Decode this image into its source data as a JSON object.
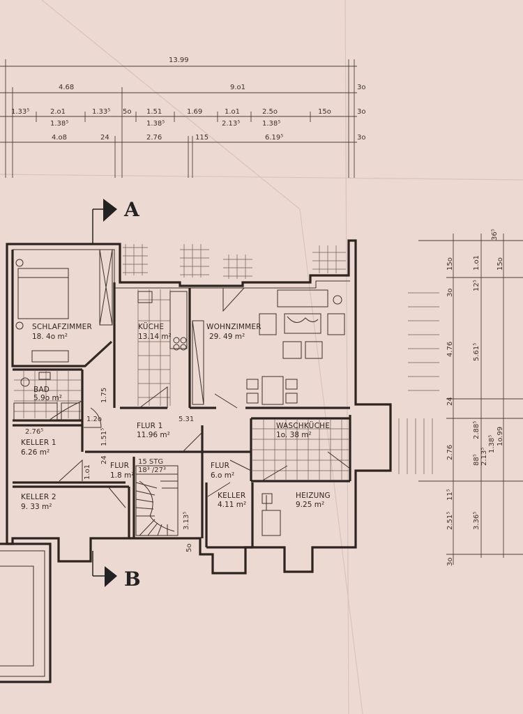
{
  "section_markers": {
    "top": "A",
    "bottom": "B"
  },
  "top_dimensions": {
    "total": "13.99",
    "row2": [
      "4.68",
      "9.o1",
      "3o"
    ],
    "row3": [
      "1.33⁵",
      "2.o1",
      "1.38⁵",
      "1.33⁵",
      "5o",
      "1.51",
      "1.38⁵",
      "1.69",
      "1.o1",
      "2.13⁵",
      "2.5o",
      "1.38⁵",
      "15o",
      "3o"
    ],
    "row4": [
      "4.o8",
      "24",
      "2.76",
      "115",
      "6.19⁵",
      "3o"
    ]
  },
  "right_dimensions": {
    "col1": [
      "15o",
      "3o",
      "4.76",
      "24",
      "2.76",
      "11⁵",
      "2.51⁵",
      "3o"
    ],
    "col2": [
      "1.o1",
      "12⁵",
      "5.61⁵",
      "2.88⁵",
      "88⁵",
      "2.13⁵",
      "3.36⁵"
    ],
    "col3": [
      "36⁵",
      "15o",
      "1.38⁵",
      "1o.99"
    ]
  },
  "rooms": [
    {
      "id": "schlafzimmer",
      "name": "SCHLAFZIMMER",
      "area": "18. 4o m²"
    },
    {
      "id": "kueche",
      "name": "KÜCHE",
      "area": "13.14 m²"
    },
    {
      "id": "wohnzimmer",
      "name": "WOHNZIMMER",
      "area": "29. 49 m²"
    },
    {
      "id": "bad",
      "name": "BAD",
      "area": "5.9o m²"
    },
    {
      "id": "flur1",
      "name": "FLUR 1",
      "area": "11.96 m²"
    },
    {
      "id": "waschkueche",
      "name": "WASCHKÜCHE",
      "area": "1o. 38 m²"
    },
    {
      "id": "keller1",
      "name": "KELLER 1",
      "area": "6.26 m²"
    },
    {
      "id": "flur-small",
      "name": "FLUR",
      "area": "1.8 m²"
    },
    {
      "id": "flur-right",
      "name": "FLUR",
      "area": "6.o m²"
    },
    {
      "id": "keller2",
      "name": "KELLER 2",
      "area": "9. 33 m²"
    },
    {
      "id": "keller-small",
      "name": "KELLER",
      "area": "4.11 m²"
    },
    {
      "id": "heizung",
      "name": "HEIZUNG",
      "area": "9.25 m²"
    }
  ],
  "inner_dimensions": {
    "keller1_width": "2.76⁵",
    "bad_gap": "1.2o",
    "flur_width": "5.31",
    "stair": "15 STG",
    "stair_ratio": "18³ /27³",
    "stair_len": "3.13⁵",
    "h_175": "1.75",
    "h_151": "1.51⁵",
    "h_24": "24",
    "h_101": "1.o1",
    "h_50": "5o"
  },
  "colors": {
    "paper": "#ecd9d1",
    "ink": "#2d2421"
  }
}
